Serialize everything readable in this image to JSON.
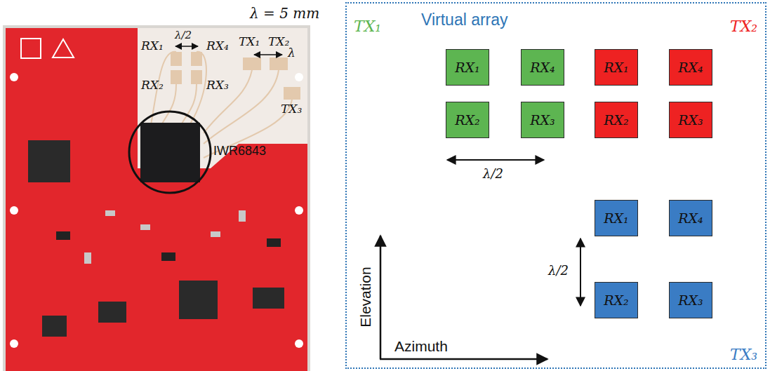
{
  "diagram": {
    "nodes": [
      {
        "text": [
          "Virtual array"
        ]
      },
      {
        "text": [
          "RX₁"
        ],
        "in": 0
      },
      {
        "text": [
          "RX₄"
        ],
        "in": 0
      },
      {
        "text": [
          "RX₁"
        ],
        "in": 0
      },
      {
        "text": [
          "RX₄"
        ],
        "in": 0
      },
      {
        "text": [
          "RX₂"
        ],
        "in": 0
      },
      {
        "text": [
          "RX₃"
        ],
        "in": 0
      },
      {
        "text": [
          "RX₂"
        ],
        "in": 0
      },
      {
        "text": [
          "RX₃"
        ],
        "in": 0
      },
      {
        "text": [
          "RX₁"
        ],
        "in": 0
      },
      {
        "text": [
          "RX₄"
        ],
        "in": 0
      },
      {
        "text": [
          "RX₂"
        ],
        "in": 0
      },
      {
        "text": [
          "RX₃"
        ],
        "in": 0
      }
    ],
    "labels": [
      "λ = 5 mm",
      "λ/2",
      "RX₁",
      "RX₄",
      "TX₁",
      "TX₂",
      "λ",
      "RX₂",
      "RX₃",
      "TX₃",
      "IWR6843",
      "TX₁",
      "TX₂",
      "λ/2",
      "λ/2",
      "TX₃",
      "Elevation",
      "Azimuth"
    ]
  }
}
